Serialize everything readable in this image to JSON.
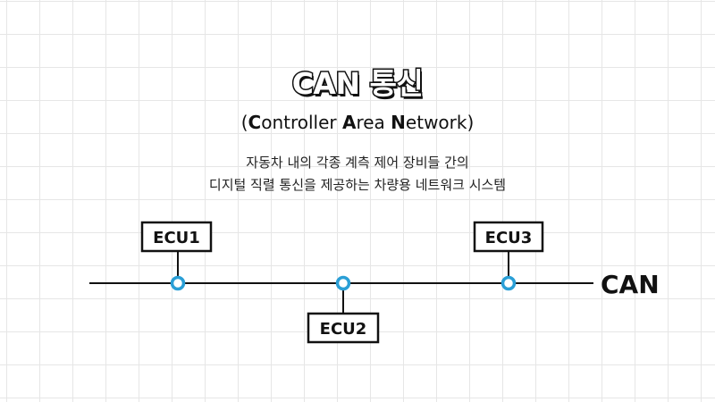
{
  "title": "CAN 통신",
  "subtitle": {
    "open": "(",
    "parts": [
      {
        "initial": "C",
        "rest": "ontroller "
      },
      {
        "initial": "A",
        "rest": "rea "
      },
      {
        "initial": "N",
        "rest": "etwork"
      }
    ],
    "close": ")"
  },
  "description": [
    "자동차 내의 각종 계측 제어 장비들 간의",
    "디지털 직렬 통신을 제공하는 차량용 네트워크 시스템"
  ],
  "bus": {
    "label": "CAN",
    "node_color": "#2a9fd6",
    "line_color": "#111111",
    "nodes": [
      {
        "label": "ECU1",
        "side": "above"
      },
      {
        "label": "ECU2",
        "side": "below"
      },
      {
        "label": "ECU3",
        "side": "above"
      }
    ]
  }
}
